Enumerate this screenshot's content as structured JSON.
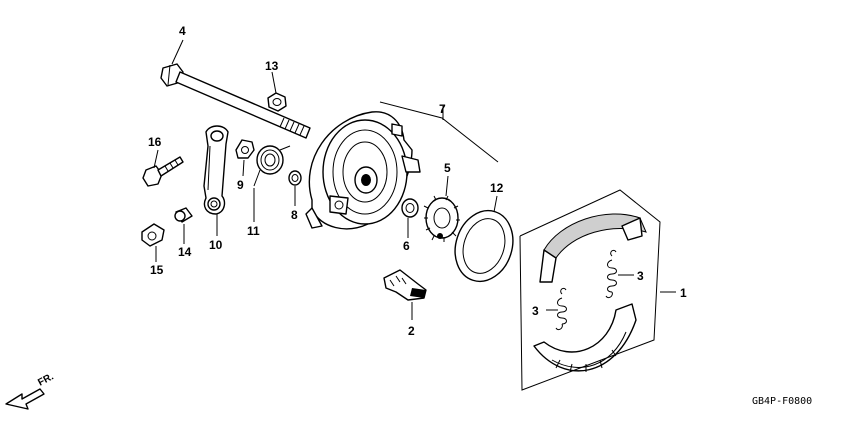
{
  "diagram": {
    "callouts": [
      {
        "id": "c1",
        "label": "1"
      },
      {
        "id": "c2",
        "label": "2"
      },
      {
        "id": "c3a",
        "label": "3"
      },
      {
        "id": "c3b",
        "label": "3"
      },
      {
        "id": "c4",
        "label": "4"
      },
      {
        "id": "c5",
        "label": "5"
      },
      {
        "id": "c6",
        "label": "6"
      },
      {
        "id": "c7",
        "label": "7"
      },
      {
        "id": "c8",
        "label": "8"
      },
      {
        "id": "c9",
        "label": "9"
      },
      {
        "id": "c10",
        "label": "10"
      },
      {
        "id": "c11",
        "label": "11"
      },
      {
        "id": "c12",
        "label": "12"
      },
      {
        "id": "c13",
        "label": "13"
      },
      {
        "id": "c14",
        "label": "14"
      },
      {
        "id": "c15",
        "label": "15"
      },
      {
        "id": "c16",
        "label": "16"
      }
    ],
    "figure_code": "GB4P-F0800",
    "direction_label": "FR."
  }
}
